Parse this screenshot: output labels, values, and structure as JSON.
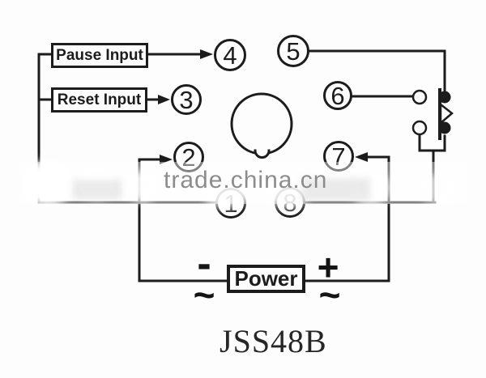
{
  "diagram": {
    "model": "JSS48B",
    "watermark": "trade.china.cn",
    "inputs": {
      "pause": "Pause Input",
      "reset": "Reset Input"
    },
    "power": {
      "label": "Power",
      "minus": "-",
      "plus": "+",
      "ac_left": "~",
      "ac_right": "~"
    },
    "pins": {
      "p1": "1",
      "p2": "2",
      "p3": "3",
      "p4": "4",
      "p5": "5",
      "p6": "6",
      "p7": "7",
      "p8": "8"
    },
    "colors": {
      "line": "#1c1c1c",
      "watermark": "#868686",
      "background": "#fdfdfd"
    }
  }
}
